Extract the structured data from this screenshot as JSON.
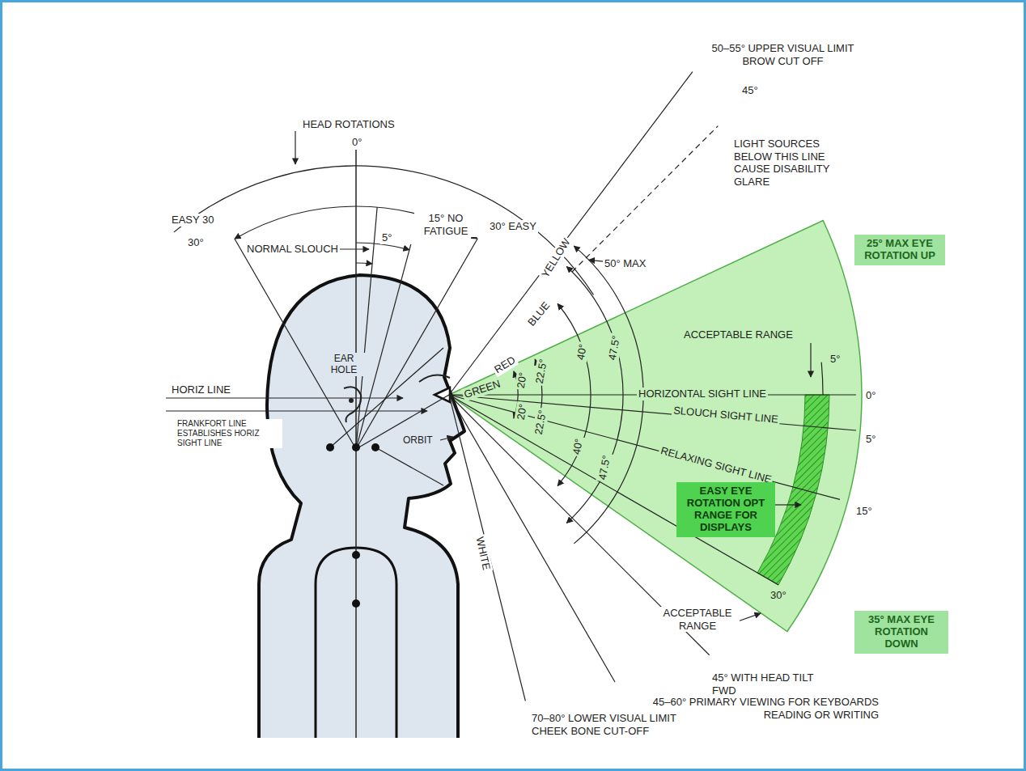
{
  "diagram": {
    "nodes": [
      {
        "text": [
          "25° MAX EYE ROTATION UP"
        ]
      },
      {
        "text": [
          "EASY EYE ROTATION OPT RANGE FOR DISPLAYS"
        ]
      },
      {
        "text": [
          "35° MAX EYE ROTATION DOWN"
        ]
      }
    ],
    "labels": [
      "50–55° UPPER VISUAL LIMIT BROW CUT OFF",
      "45°",
      "LIGHT SOURCES BELOW THIS LINE CAUSE DISABILITY GLARE",
      "HEAD ROTATIONS",
      "0°",
      "EASY 30",
      "30°",
      "NORMAL SLOUCH",
      "5°",
      "15° NO FATIGUE",
      "30° EASY",
      "YELLOW",
      "50° MAX",
      "BLUE",
      "ACCEPTABLE RANGE",
      "5°",
      "EAR HOLE",
      "GREEN",
      "RED",
      "20°",
      "22.5°",
      "40°",
      "47.5°",
      "HORIZONTAL SIGHT LINE",
      "0°",
      "HORIZ LINE",
      "FRANKFORT LINE ESTABLISHES HORIZ SIGHT LINE",
      "ORBIT",
      "20°",
      "22.5°",
      "40°",
      "47.5°",
      "SLOUCH SIGHT LINE",
      "5°",
      "RELAXING SIGHT LINE",
      "15°",
      "WHITE",
      "30°",
      "ACCEPTABLE RANGE",
      "45° WITH HEAD TILT FWD",
      "45–60° PRIMARY VIEWING FOR KEYBOARDS READING OR WRITING",
      "70–80° LOWER VISUAL LIMIT CHEEK BONE CUT-OFF"
    ]
  }
}
